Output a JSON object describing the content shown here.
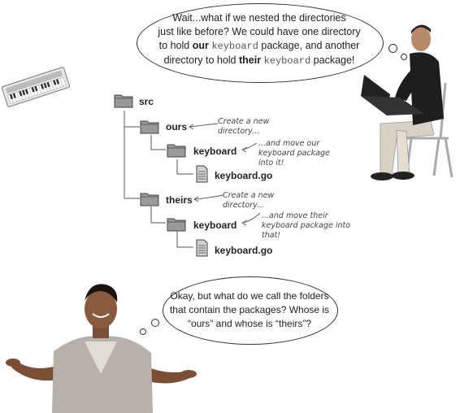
{
  "top_bubble": {
    "line1": "Wait...what if we nested the directories",
    "line2": "just like before? We could have one directory",
    "line3_pre": "to hold ",
    "line3_bold": "our",
    "line3_mono": "keyboard",
    "line3_post": " package, and another",
    "line4_pre": "directory to hold ",
    "line4_bold": "their",
    "line4_mono": "keyboard",
    "line4_post": " package!"
  },
  "bottom_bubble": {
    "line1": "Okay, but what do we call the folders",
    "line2": "that contain the packages? Whose is",
    "line3": "“ours” and whose is “theirs”?"
  },
  "tree": {
    "root": "src",
    "ours": "ours",
    "ours_keyboard": "keyboard",
    "ours_file": "keyboard.go",
    "theirs": "theirs",
    "theirs_keyboard": "keyboard",
    "theirs_file": "keyboard.go"
  },
  "notes": {
    "ours_dir_1": "Create a new",
    "ours_dir_2": "directory...",
    "ours_move_1": "...and move our",
    "ours_move_2": "keyboard package",
    "ours_move_3": "into it!",
    "theirs_dir_1": "Create a new",
    "theirs_dir_2": "directory...",
    "theirs_move_1": "...and move their",
    "theirs_move_2": "keyboard package into",
    "theirs_move_3": "that!"
  },
  "icons": [
    "keyboard-instrument-icon",
    "folder-icon",
    "file-icon",
    "man-with-laptop-illustration",
    "woman-shrugging-illustration"
  ]
}
